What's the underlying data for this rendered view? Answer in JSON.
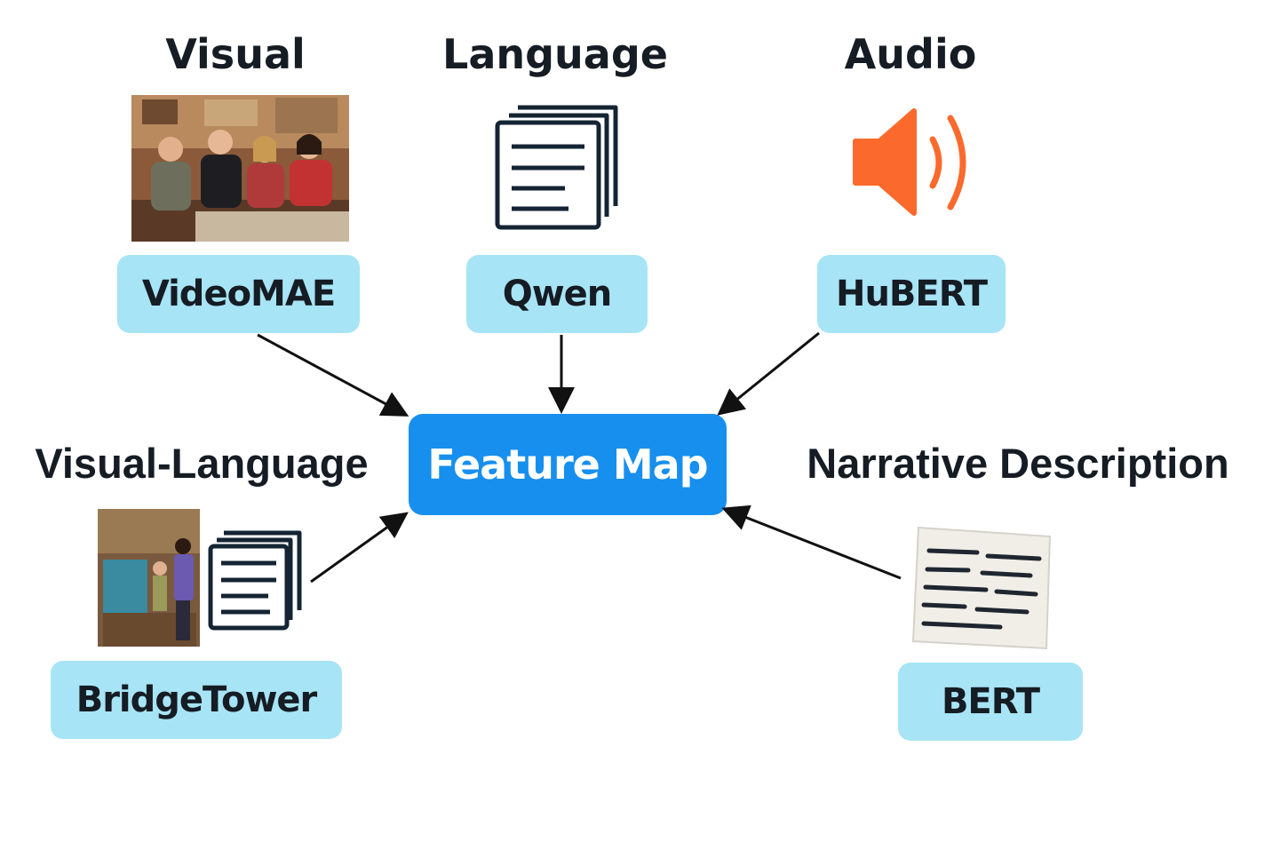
{
  "headings": {
    "visual": "Visual",
    "language": "Language",
    "audio": "Audio",
    "visual_language": "Visual-Language",
    "narrative": "Narrative Description"
  },
  "models": {
    "visual": "VideoMAE",
    "language": "Qwen",
    "audio": "HuBERT",
    "visual_language": "BridgeTower",
    "narrative": "BERT"
  },
  "center": {
    "label": "Feature Map"
  },
  "colors": {
    "model_box": "#a7e4f6",
    "center_box": "#178fee",
    "speaker": "#fb6a2c",
    "text": "#151c23"
  },
  "icons": {
    "visual": "tv-scene-photo",
    "language": "document-stack-icon",
    "audio": "speaker-icon",
    "visual_language": "scene-photo-with-document-icon",
    "narrative": "paper-note-icon"
  }
}
